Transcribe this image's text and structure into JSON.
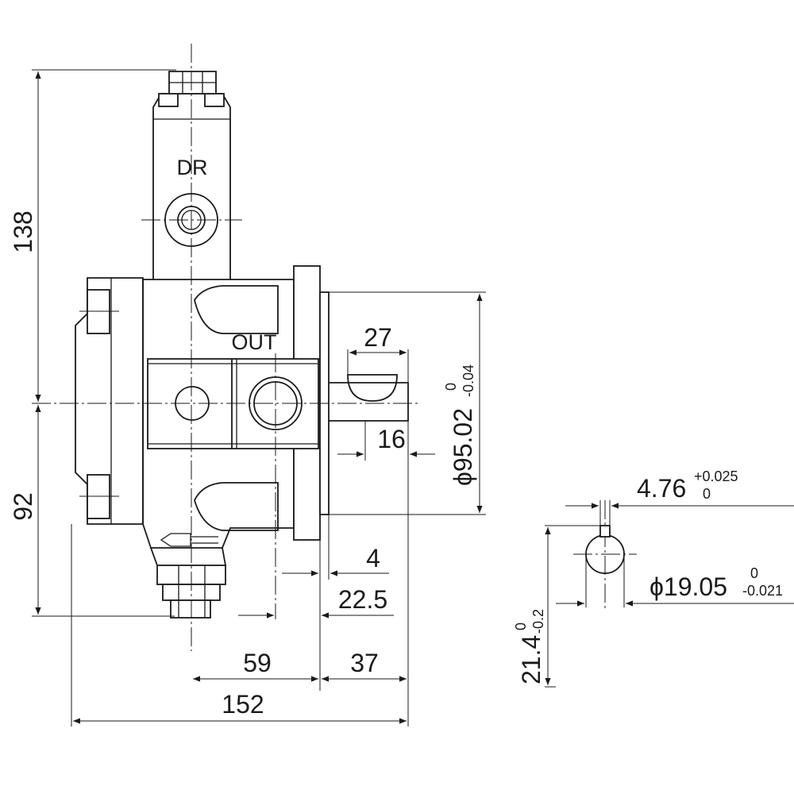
{
  "labels": {
    "drain_port": "DR",
    "outlet_port": "OUT"
  },
  "dimensions": {
    "height_top": "138",
    "height_bottom": "92",
    "key_length": "27",
    "shaft_offset": "16",
    "pilot_diameter": "ϕ95.02",
    "pilot_diameter_tol_upper": "0",
    "pilot_diameter_tol_lower": "-0.04",
    "flange_thickness": "4",
    "flange_offset": "22.5",
    "center_to_flange": "59",
    "shaft_length": "37",
    "overall_length": "152",
    "key_width": "4.76",
    "key_width_tol_upper": "+0.025",
    "key_width_tol_lower": "0",
    "shaft_diameter": "ϕ19.05",
    "shaft_diameter_tol_upper": "0",
    "shaft_diameter_tol_lower": "-0.021",
    "key_height": "21.4",
    "key_height_tol_upper": "0",
    "key_height_tol_lower": "-0.2"
  }
}
